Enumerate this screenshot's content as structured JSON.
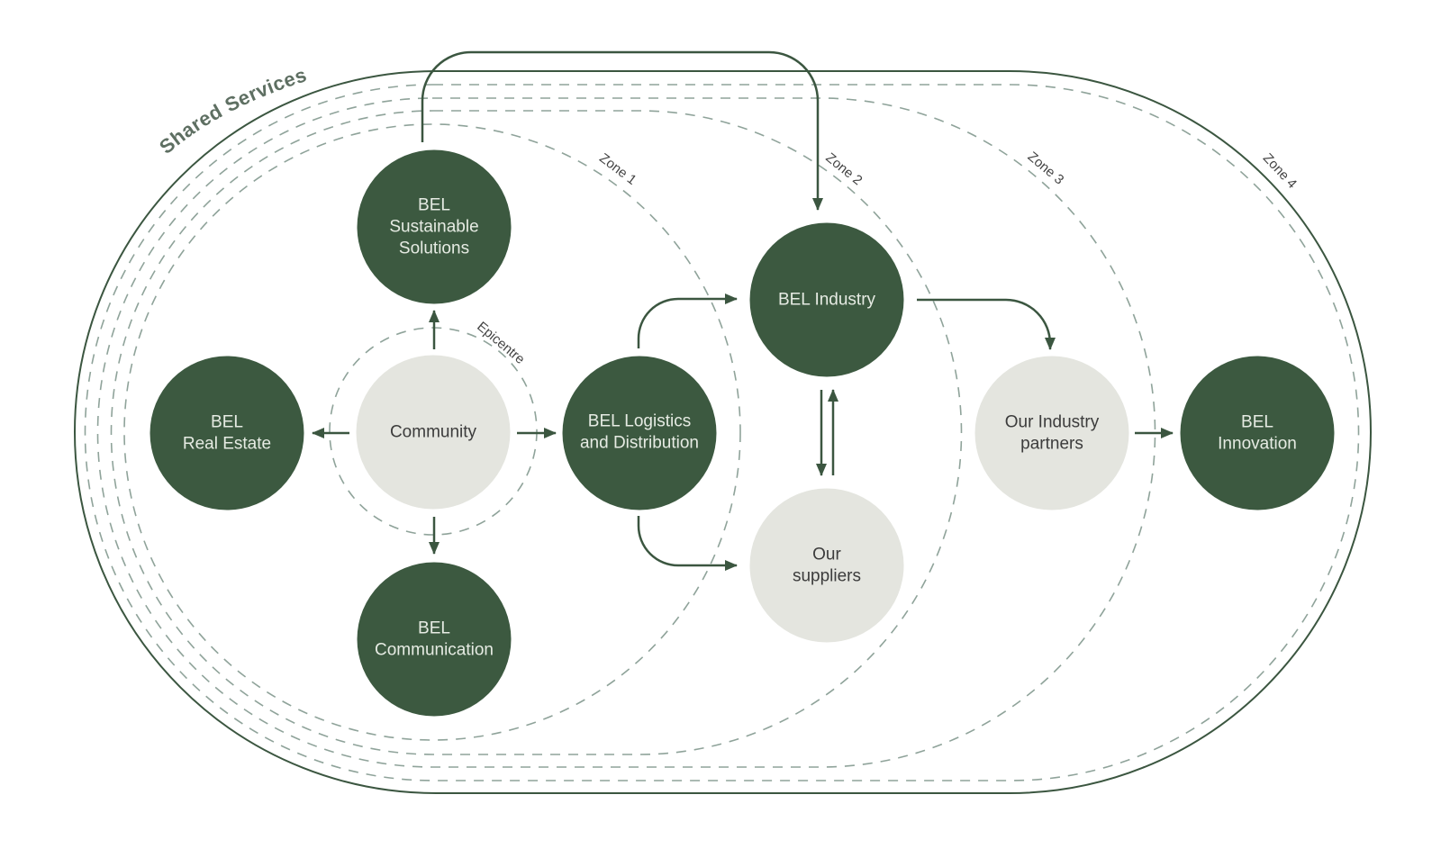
{
  "diagram": {
    "title": "Shared Services",
    "epicentre_label": "Epicentre",
    "zones": [
      {
        "label": "Zone 1"
      },
      {
        "label": "Zone 2"
      },
      {
        "label": "Zone 3"
      },
      {
        "label": "Zone 4"
      }
    ],
    "nodes": [
      {
        "id": "community",
        "lines": [
          "Community"
        ],
        "style": "light"
      },
      {
        "id": "bel-sustainable-solutions",
        "lines": [
          "BEL",
          "Sustainable",
          "Solutions"
        ],
        "style": "dark"
      },
      {
        "id": "bel-real-estate",
        "lines": [
          "BEL",
          "Real Estate"
        ],
        "style": "dark"
      },
      {
        "id": "bel-communication",
        "lines": [
          "BEL",
          "Communication"
        ],
        "style": "dark"
      },
      {
        "id": "bel-logistics",
        "lines": [
          "BEL Logistics",
          "and Distribution"
        ],
        "style": "dark"
      },
      {
        "id": "bel-industry",
        "lines": [
          "BEL Industry"
        ],
        "style": "dark"
      },
      {
        "id": "our-suppliers",
        "lines": [
          "Our",
          "suppliers"
        ],
        "style": "light"
      },
      {
        "id": "our-industry-partners",
        "lines": [
          "Our Industry",
          "partners"
        ],
        "style": "light"
      },
      {
        "id": "bel-innovation",
        "lines": [
          "BEL",
          "Innovation"
        ],
        "style": "dark"
      }
    ],
    "edges": [
      {
        "from": "Community",
        "to": "BEL Sustainable Solutions"
      },
      {
        "from": "Community",
        "to": "BEL Real Estate"
      },
      {
        "from": "Community",
        "to": "BEL Communication"
      },
      {
        "from": "Community",
        "to": "BEL Logistics and Distribution"
      },
      {
        "from": "BEL Sustainable Solutions",
        "to": "BEL Industry"
      },
      {
        "from": "BEL Logistics and Distribution",
        "to": "BEL Industry"
      },
      {
        "from": "BEL Logistics and Distribution",
        "to": "Our suppliers"
      },
      {
        "from": "BEL Industry",
        "to": "Our suppliers"
      },
      {
        "from": "Our suppliers",
        "to": "BEL Industry"
      },
      {
        "from": "BEL Industry",
        "to": "Our Industry partners"
      },
      {
        "from": "Our Industry partners",
        "to": "BEL Innovation"
      }
    ]
  },
  "colors": {
    "dark_green": "#3c5940",
    "light_gray": "#e4e5df",
    "dashed_zone": "#8fa39a",
    "title_text": "#5e6f62"
  }
}
